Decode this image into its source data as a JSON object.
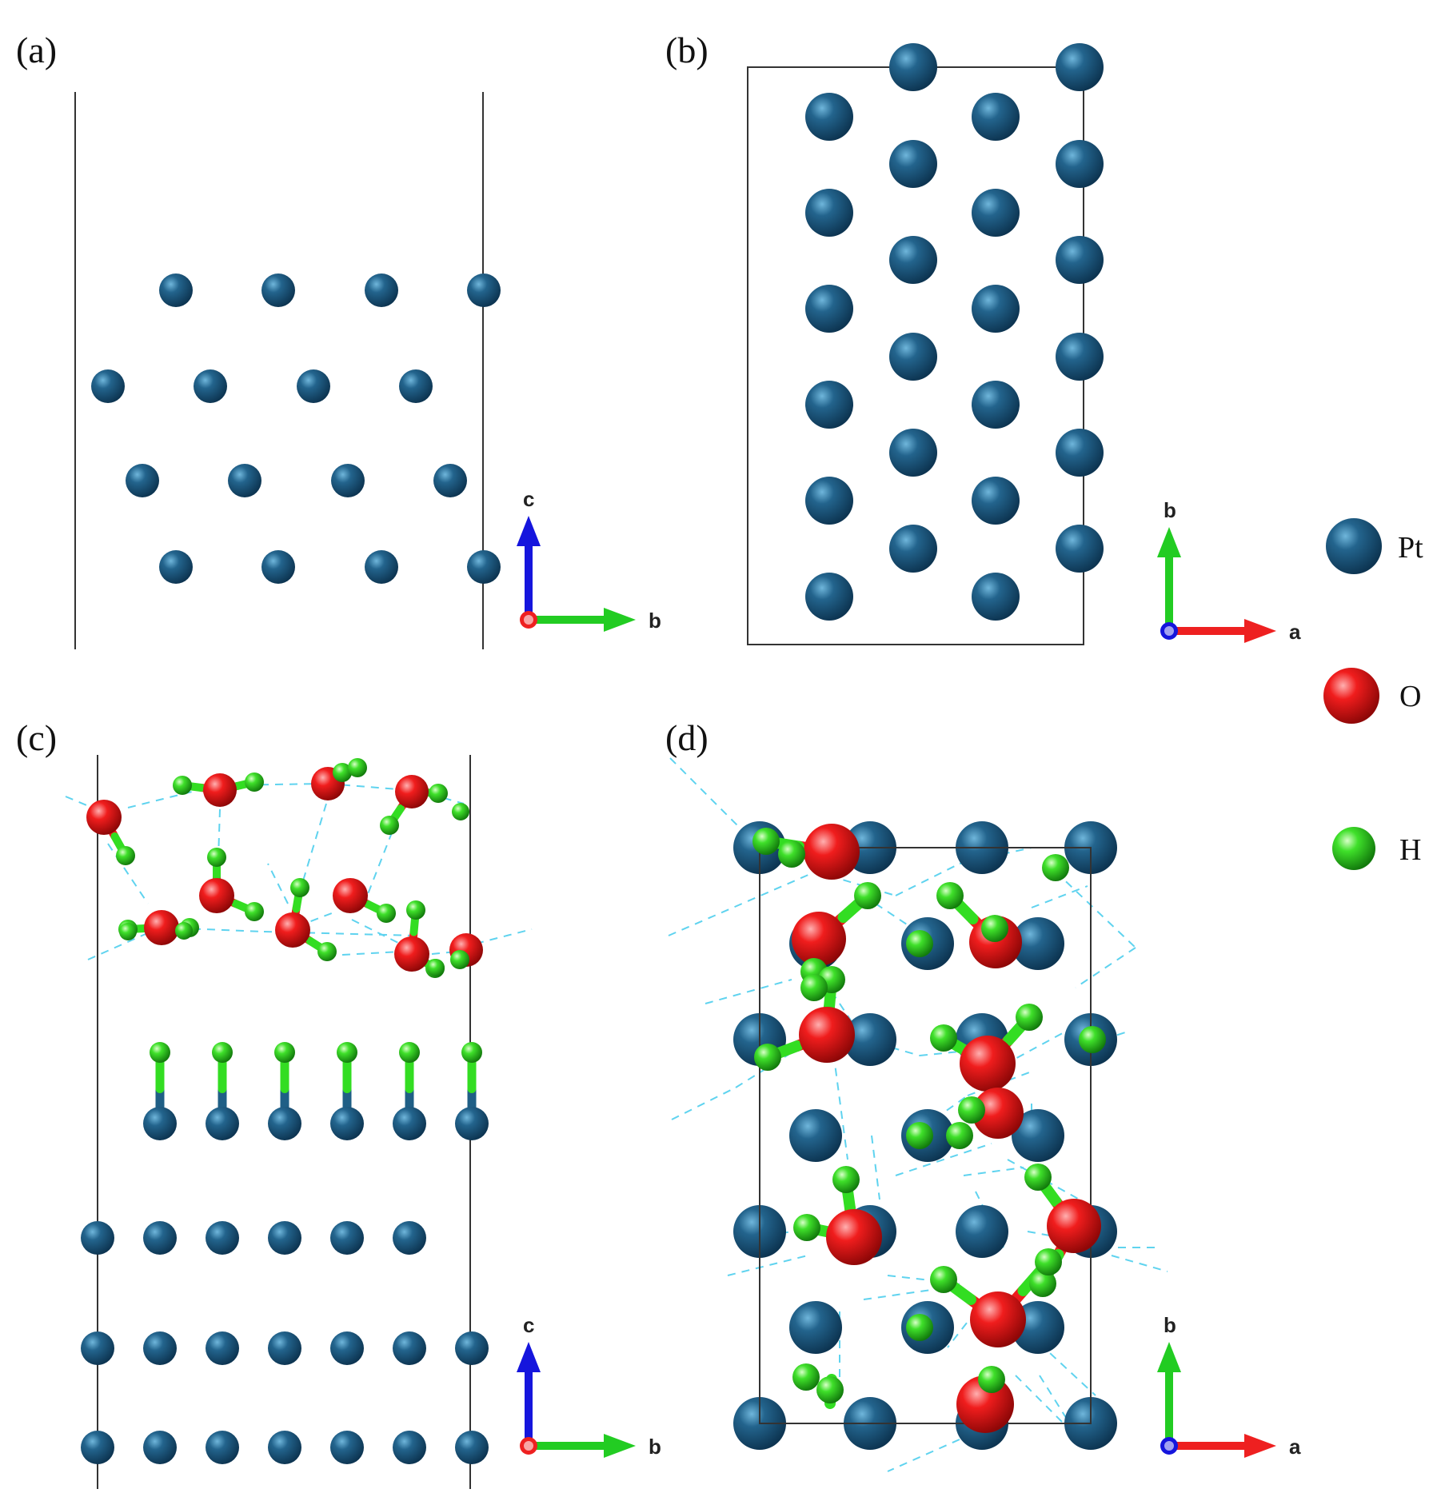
{
  "panels": [
    {
      "id": "a",
      "label": "(a)",
      "axes": {
        "up": "c",
        "right": "b",
        "origin": "a"
      }
    },
    {
      "id": "b",
      "label": "(b)",
      "axes": {
        "up": "b",
        "right": "a",
        "origin": "c"
      }
    },
    {
      "id": "c",
      "label": "(c)",
      "axes": {
        "up": "c",
        "right": "b",
        "origin": "a"
      }
    },
    {
      "id": "d",
      "label": "(d)",
      "axes": {
        "up": "b",
        "right": "a",
        "origin": "c"
      }
    }
  ],
  "legend": [
    {
      "element": "Pt",
      "color": "#1f5f86"
    },
    {
      "element": "O",
      "color": "#ee1c1c"
    },
    {
      "element": "H",
      "color": "#33dd22"
    }
  ],
  "colors": {
    "pt": "#1f5f86",
    "o": "#ee1c1c",
    "h": "#33dd22",
    "hbond": "#5fd3ef",
    "axis_blue": "#1515dd",
    "axis_green": "#22cc22",
    "axis_red": "#ee2020"
  }
}
